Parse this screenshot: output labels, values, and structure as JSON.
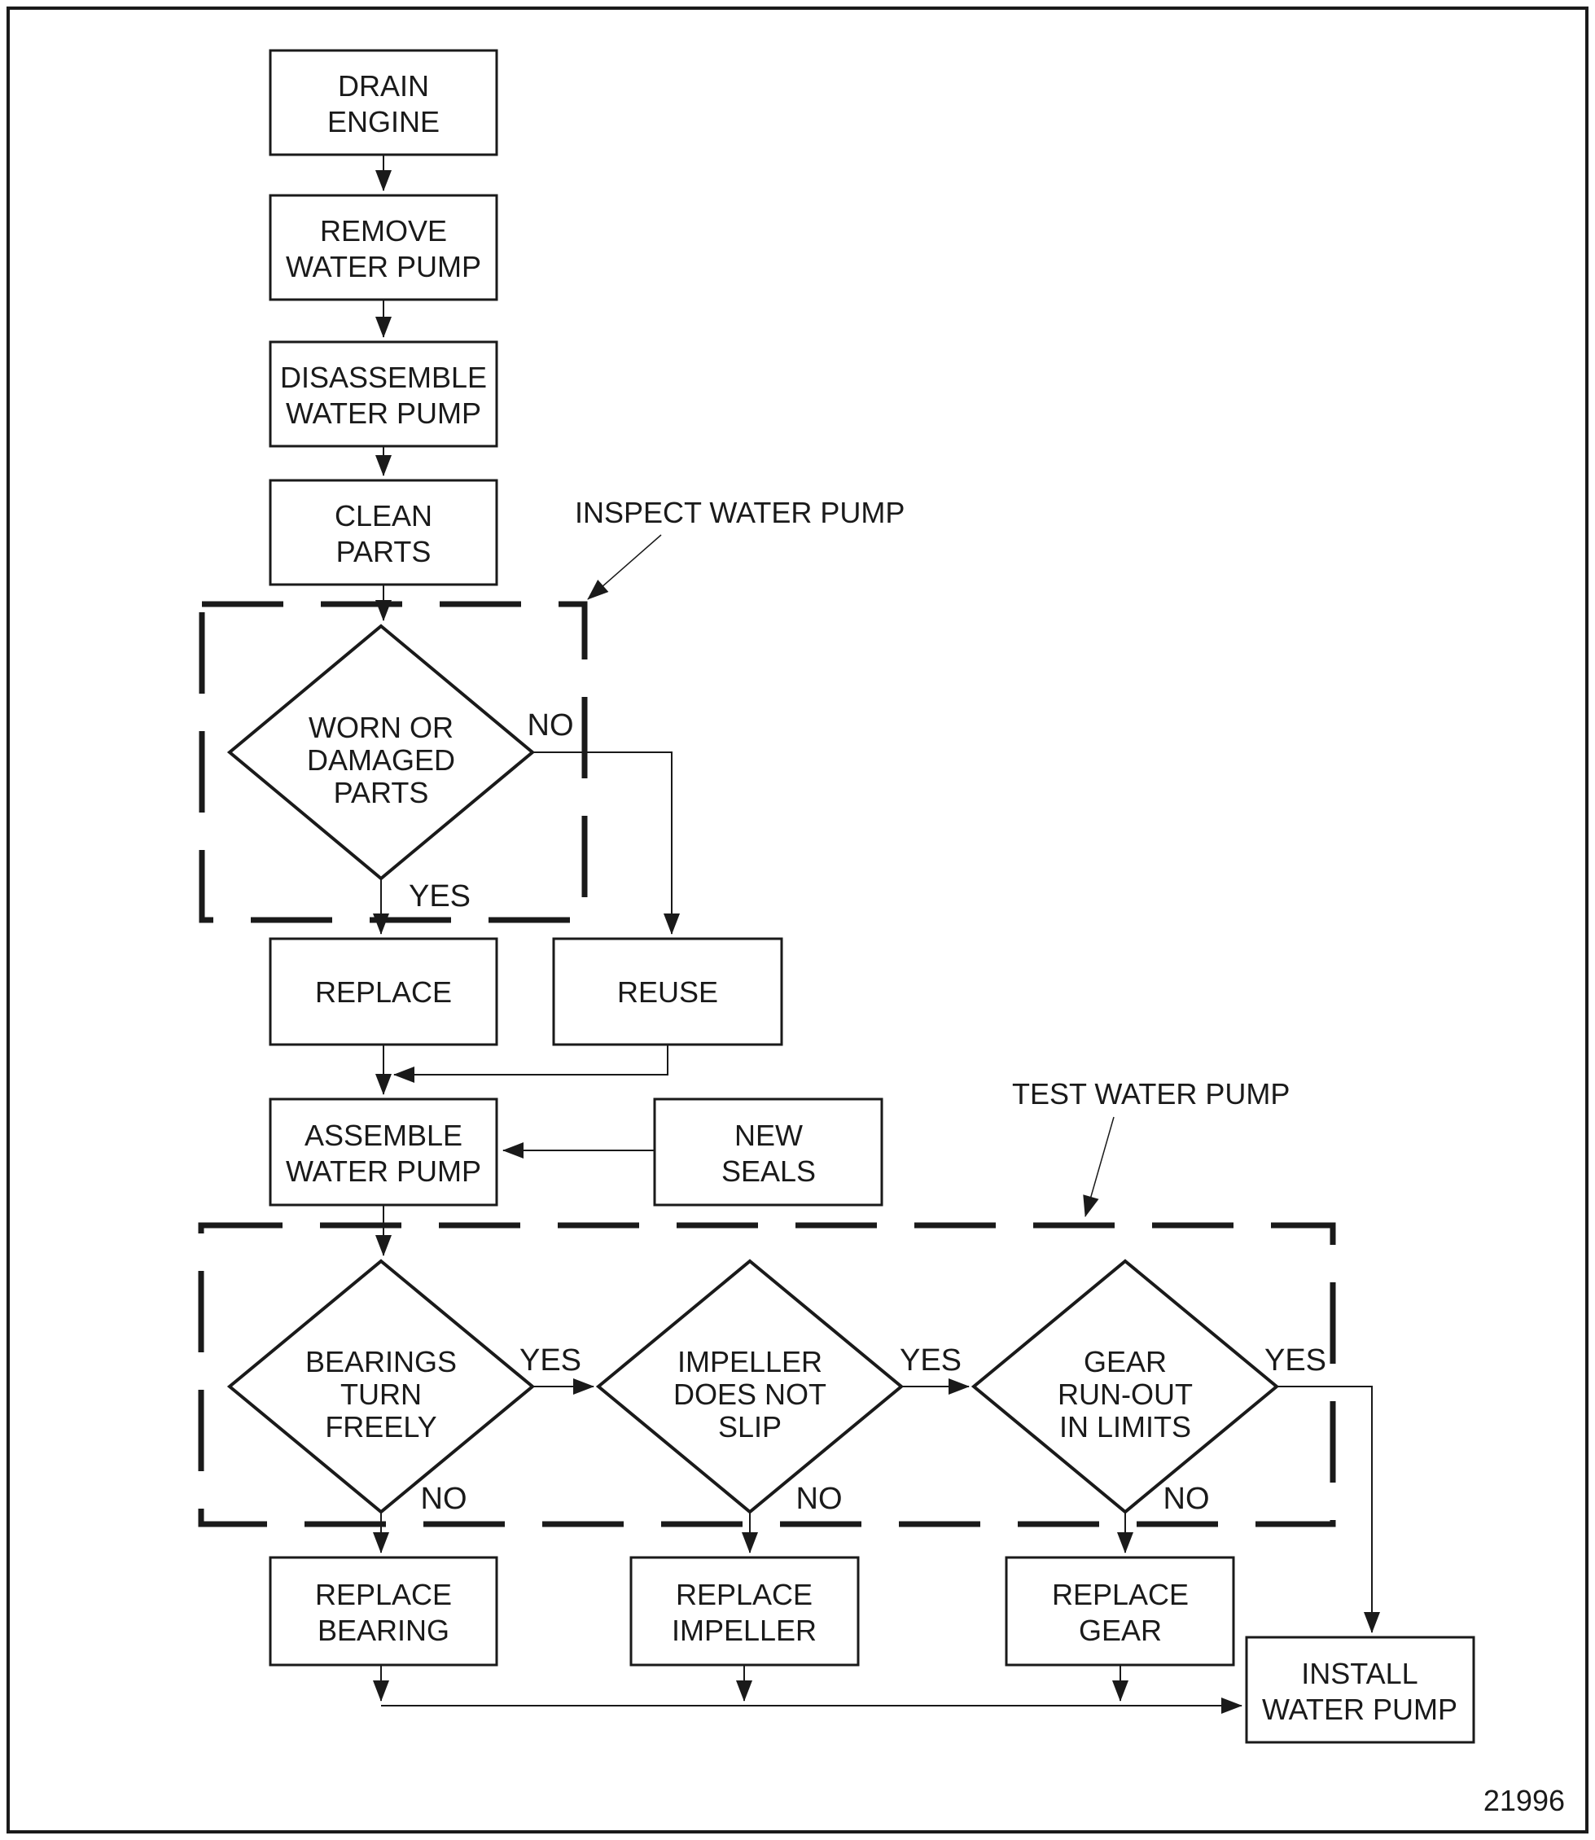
{
  "labels": {
    "inspect_section": "INSPECT WATER PUMP",
    "test_section": "TEST WATER PUMP",
    "yes": "YES",
    "no": "NO",
    "figure_number": "21996"
  },
  "nodes": {
    "drain_engine": {
      "line1": "DRAIN",
      "line2": "ENGINE"
    },
    "remove_water_pump": {
      "line1": "REMOVE",
      "line2": "WATER PUMP"
    },
    "disassemble_water_pump": {
      "line1": "DISASSEMBLE",
      "line2": "WATER PUMP"
    },
    "clean_parts": {
      "line1": "CLEAN",
      "line2": "PARTS"
    },
    "worn_or_damaged": {
      "line1": "WORN OR",
      "line2": "DAMAGED",
      "line3": "PARTS"
    },
    "replace": {
      "line1": "REPLACE"
    },
    "reuse": {
      "line1": "REUSE"
    },
    "assemble_water_pump": {
      "line1": "ASSEMBLE",
      "line2": "WATER PUMP"
    },
    "new_seals": {
      "line1": "NEW",
      "line2": "SEALS"
    },
    "bearings_turn_freely": {
      "line1": "BEARINGS",
      "line2": "TURN",
      "line3": "FREELY"
    },
    "impeller_does_not_slip": {
      "line1": "IMPELLER",
      "line2": "DOES NOT",
      "line3": "SLIP"
    },
    "gear_run_out": {
      "line1": "GEAR",
      "line2": "RUN-OUT",
      "line3": "IN LIMITS"
    },
    "replace_bearing": {
      "line1": "REPLACE",
      "line2": "BEARING"
    },
    "replace_impeller": {
      "line1": "REPLACE",
      "line2": "IMPELLER"
    },
    "replace_gear": {
      "line1": "REPLACE",
      "line2": "GEAR"
    },
    "install_water_pump": {
      "line1": "INSTALL",
      "line2": "WATER PUMP"
    }
  },
  "edges": [
    {
      "from": "drain_engine",
      "to": "remove_water_pump",
      "label": ""
    },
    {
      "from": "remove_water_pump",
      "to": "disassemble_water_pump",
      "label": ""
    },
    {
      "from": "disassemble_water_pump",
      "to": "clean_parts",
      "label": ""
    },
    {
      "from": "clean_parts",
      "to": "worn_or_damaged",
      "label": ""
    },
    {
      "from": "worn_or_damaged",
      "to": "reuse",
      "label": "NO"
    },
    {
      "from": "worn_or_damaged",
      "to": "replace",
      "label": "YES"
    },
    {
      "from": "replace",
      "to": "assemble_water_pump",
      "label": ""
    },
    {
      "from": "reuse",
      "to": "assemble_water_pump",
      "label": ""
    },
    {
      "from": "new_seals",
      "to": "assemble_water_pump",
      "label": ""
    },
    {
      "from": "assemble_water_pump",
      "to": "bearings_turn_freely",
      "label": ""
    },
    {
      "from": "bearings_turn_freely",
      "to": "impeller_does_not_slip",
      "label": "YES"
    },
    {
      "from": "bearings_turn_freely",
      "to": "replace_bearing",
      "label": "NO"
    },
    {
      "from": "impeller_does_not_slip",
      "to": "gear_run_out",
      "label": "YES"
    },
    {
      "from": "impeller_does_not_slip",
      "to": "replace_impeller",
      "label": "NO"
    },
    {
      "from": "gear_run_out",
      "to": "install_water_pump",
      "label": "YES"
    },
    {
      "from": "gear_run_out",
      "to": "replace_gear",
      "label": "NO"
    },
    {
      "from": "replace_bearing",
      "to": "install_water_pump",
      "label": ""
    },
    {
      "from": "replace_impeller",
      "to": "install_water_pump",
      "label": ""
    },
    {
      "from": "replace_gear",
      "to": "install_water_pump",
      "label": ""
    }
  ],
  "regions": [
    {
      "id": "inspect",
      "label": "INSPECT WATER PUMP",
      "contains": [
        "worn_or_damaged"
      ]
    },
    {
      "id": "test",
      "label": "TEST WATER PUMP",
      "contains": [
        "bearings_turn_freely",
        "impeller_does_not_slip",
        "gear_run_out"
      ]
    }
  ],
  "colors": {
    "line": "#1a1a1a",
    "background": "#ffffff"
  }
}
